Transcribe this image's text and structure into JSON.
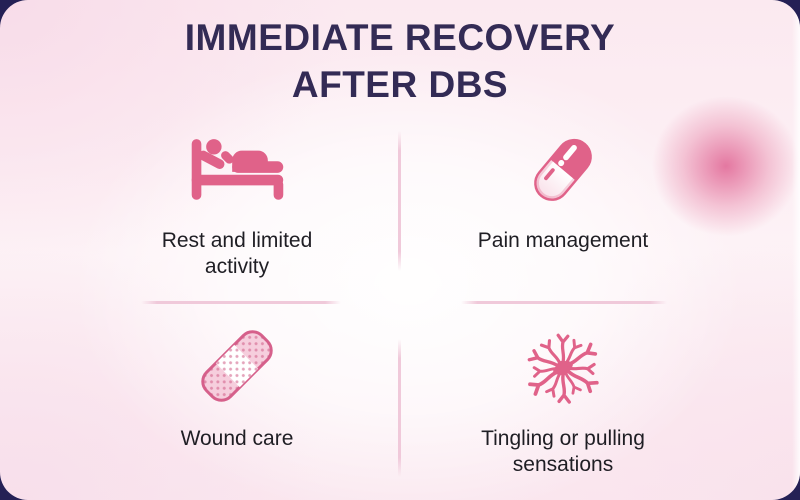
{
  "title": {
    "text": "IMMEDIATE RECOVERY AFTER DBS"
  },
  "quadrants": [
    {
      "id": "rest",
      "icon": "bed-icon",
      "label": "Rest and limited activity"
    },
    {
      "id": "pain",
      "icon": "pill-icon",
      "label": "Pain management"
    },
    {
      "id": "wound",
      "icon": "bandage-icon",
      "label": "Wound care"
    },
    {
      "id": "tingling",
      "icon": "nerve-icon",
      "label": "Tingling or pulling sensations"
    }
  ],
  "colors": {
    "accent_pink": "#e06289",
    "icon_outline_pink": "#d6608b",
    "bandage_fill": "#f6cedd",
    "title_text": "#332b55",
    "label_text": "#1f1e24",
    "divider_pink": "#f0c9da",
    "card_background": "#fbe9f0",
    "outer_background": "#242055",
    "glow_blob": "#df6a94"
  }
}
